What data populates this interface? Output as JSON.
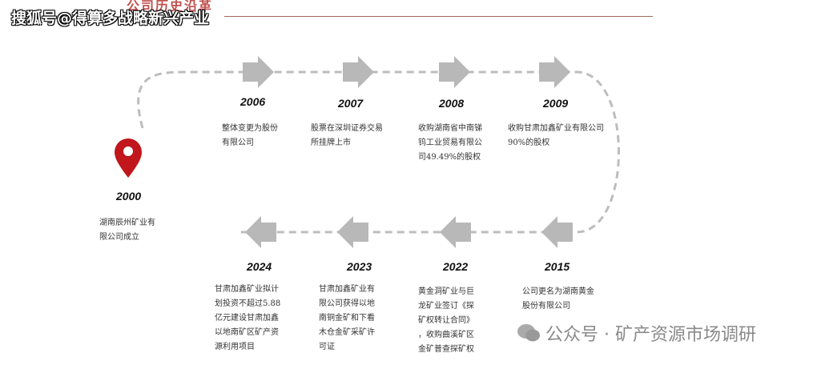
{
  "title": "公司历史沿革",
  "watermark_top": "搜狐号@得算多战略新兴产业",
  "watermark_bottom": "公众号 · 矿产资源市场调研",
  "colors": {
    "accent": "#c0504d",
    "arrow": "#b8b8b8",
    "line": "#9c6a5a",
    "marker": "#c0161c"
  },
  "start": {
    "year": "2000",
    "desc": [
      "湖南辰州矿业有",
      "限公司成立"
    ]
  },
  "top_events": [
    {
      "year": "2006",
      "desc": [
        "整体变更为股份",
        "有限公司"
      ]
    },
    {
      "year": "2007",
      "desc": [
        "股票在深圳证券交易",
        "所挂牌上市"
      ]
    },
    {
      "year": "2008",
      "desc": [
        "收购湖南省中南锑",
        "钨工业贸易有限公",
        "司49.49%的股权"
      ]
    },
    {
      "year": "2009",
      "desc": [
        "收购甘肃加鑫矿业有限公司",
        "90%的股权"
      ]
    }
  ],
  "bottom_events": [
    {
      "year": "2024",
      "desc": [
        "甘肃加鑫矿业拟计",
        "划投资不超过5.88",
        "亿元建设甘肃加鑫",
        "以地南矿区矿产资",
        "源利用项目"
      ]
    },
    {
      "year": "2023",
      "desc": [
        "甘肃加鑫矿业有",
        "限公司获得以地",
        "南铜金矿和下看",
        "木仓金矿采矿许",
        "可证"
      ]
    },
    {
      "year": "2022",
      "desc": [
        "黄金洞矿业与巨",
        "龙矿业签订《探",
        "矿权转让合同》",
        "，收购曲溪矿区",
        "金矿普查探矿权"
      ]
    },
    {
      "year": "2015",
      "desc": [
        "公司更名为湖南黄金",
        "股份有限公司"
      ]
    }
  ]
}
